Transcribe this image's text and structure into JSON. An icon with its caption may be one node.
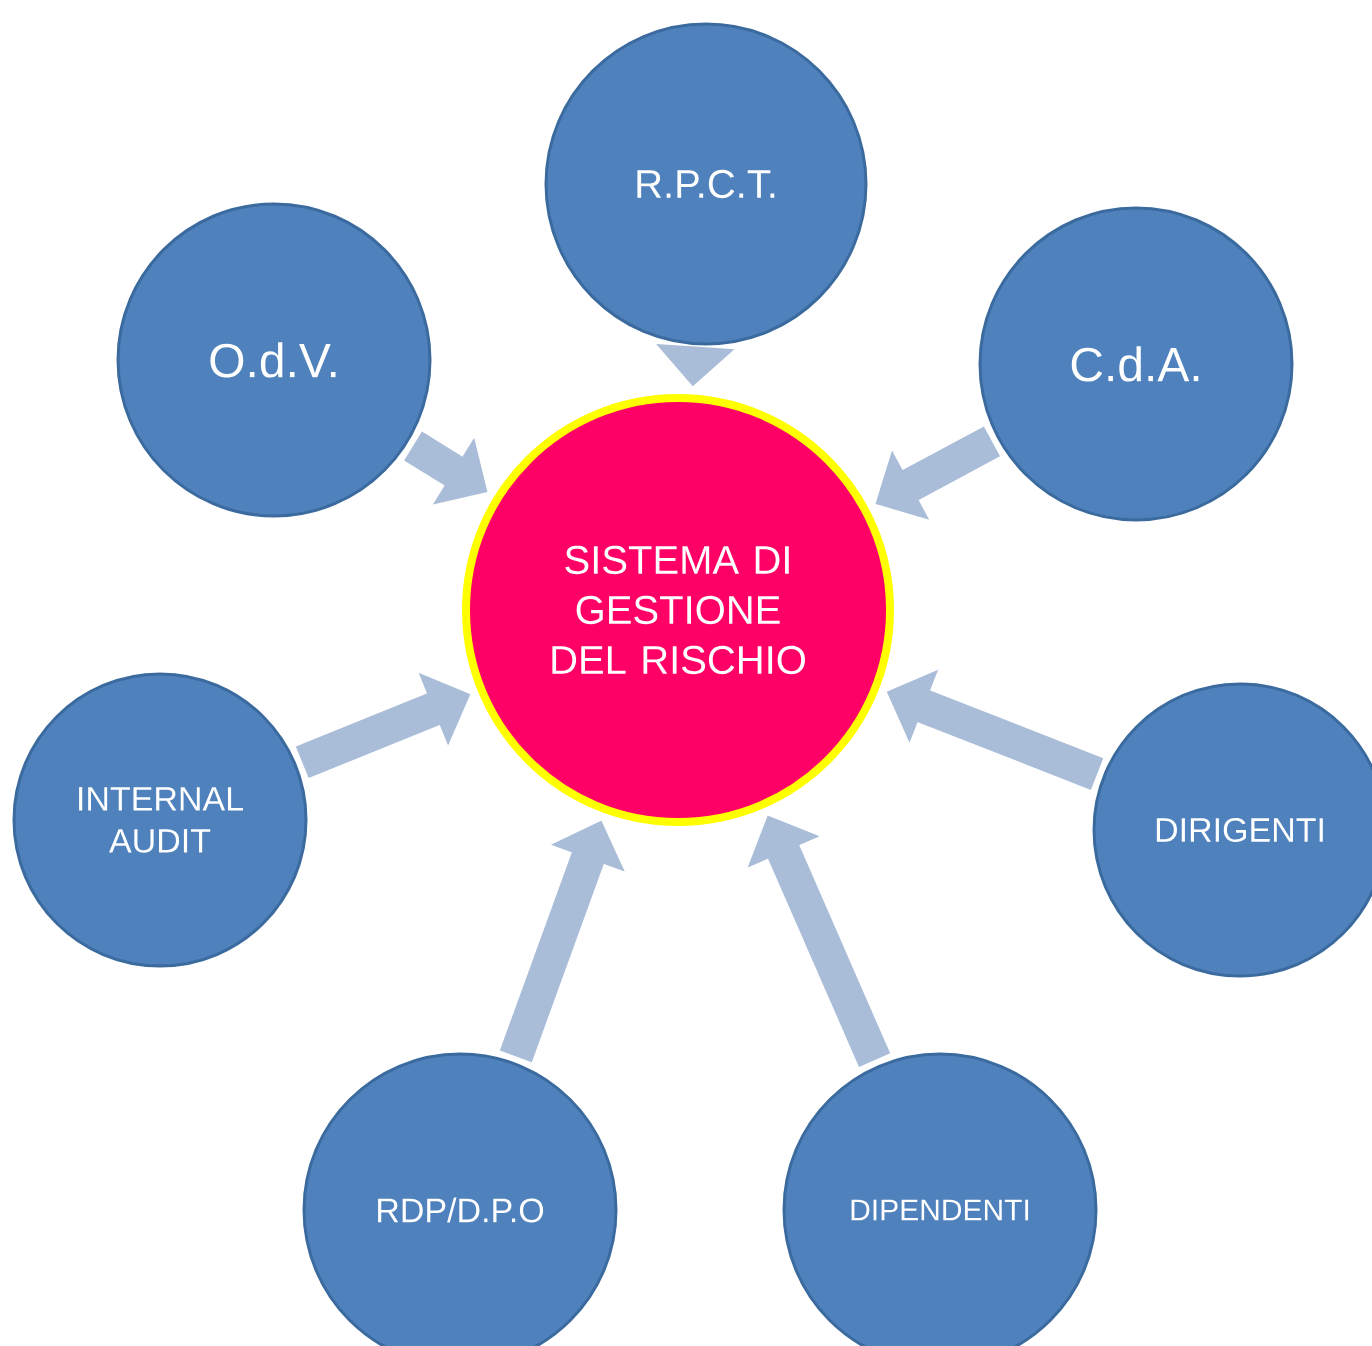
{
  "diagram": {
    "nodes": [
      {
        "text": [
          "R.P.C.T."
        ]
      },
      {
        "text": [
          "O.d.V."
        ]
      },
      {
        "text": [
          "C.d.A."
        ]
      },
      {
        "text": [
          "SISTEMA DI GESTIONE DEL RISCHIO"
        ]
      },
      {
        "text": [
          "INTERNAL AUDIT"
        ]
      },
      {
        "text": [
          "DIRIGENTI"
        ]
      },
      {
        "text": [
          "RDP/D.P.O"
        ]
      },
      {
        "text": [
          "DIPENDENTI"
        ]
      }
    ],
    "edges": [
      {
        "from": 0,
        "to": 3,
        "arrow": "to"
      },
      {
        "from": 1,
        "to": 3,
        "arrow": "to"
      },
      {
        "from": 2,
        "to": 3,
        "arrow": "to"
      },
      {
        "from": 4,
        "to": 3,
        "arrow": "to"
      },
      {
        "from": 5,
        "to": 3,
        "arrow": "to"
      },
      {
        "from": 6,
        "to": 3,
        "arrow": "to"
      },
      {
        "from": 7,
        "to": 3,
        "arrow": "to"
      }
    ]
  }
}
